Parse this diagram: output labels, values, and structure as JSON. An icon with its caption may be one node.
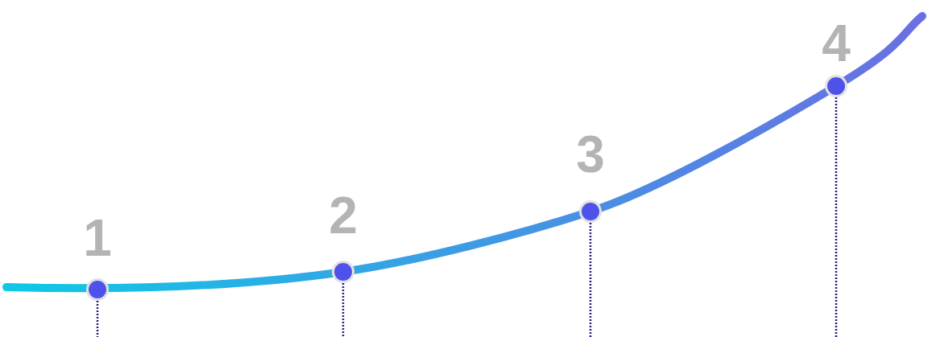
{
  "diagram": {
    "nodes": [
      {
        "text": [
          "1"
        ]
      },
      {
        "text": [
          "2"
        ]
      },
      {
        "text": [
          "3"
        ]
      },
      {
        "text": [
          "4"
        ]
      }
    ],
    "edges": [
      {
        "from": 0,
        "to": null,
        "arrow": "none",
        "style": "dashed"
      },
      {
        "from": 1,
        "to": null,
        "arrow": "none",
        "style": "dashed"
      },
      {
        "from": 2,
        "to": null,
        "arrow": "none",
        "style": "dashed"
      },
      {
        "from": 3,
        "to": null,
        "arrow": "none",
        "style": "dashed"
      }
    ]
  }
}
